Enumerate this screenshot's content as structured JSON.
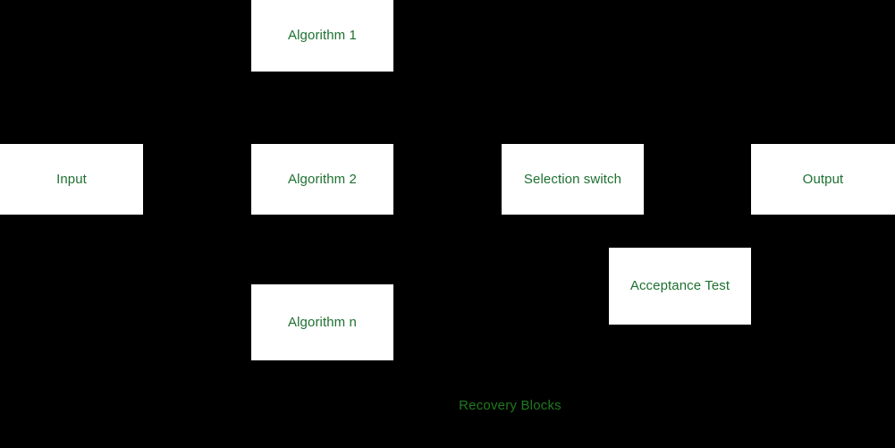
{
  "diagram": {
    "title": "Recovery Blocks",
    "caption": "Recovery Blocks",
    "background_color": "#000000",
    "node_fill_color": "#ffffff",
    "node_text_color": "#1e7031",
    "caption_text_color": "#1f7a1f",
    "nodes": [
      {
        "id": "algorithm-1",
        "label": "Algorithm 1"
      },
      {
        "id": "input",
        "label": "Input"
      },
      {
        "id": "algorithm-2",
        "label": "Algorithm 2"
      },
      {
        "id": "selection-switch",
        "label": "Selection switch"
      },
      {
        "id": "output",
        "label": "Output"
      },
      {
        "id": "acceptance-test",
        "label": "Acceptance Test"
      },
      {
        "id": "algorithm-n",
        "label": "Algorithm n"
      }
    ]
  }
}
